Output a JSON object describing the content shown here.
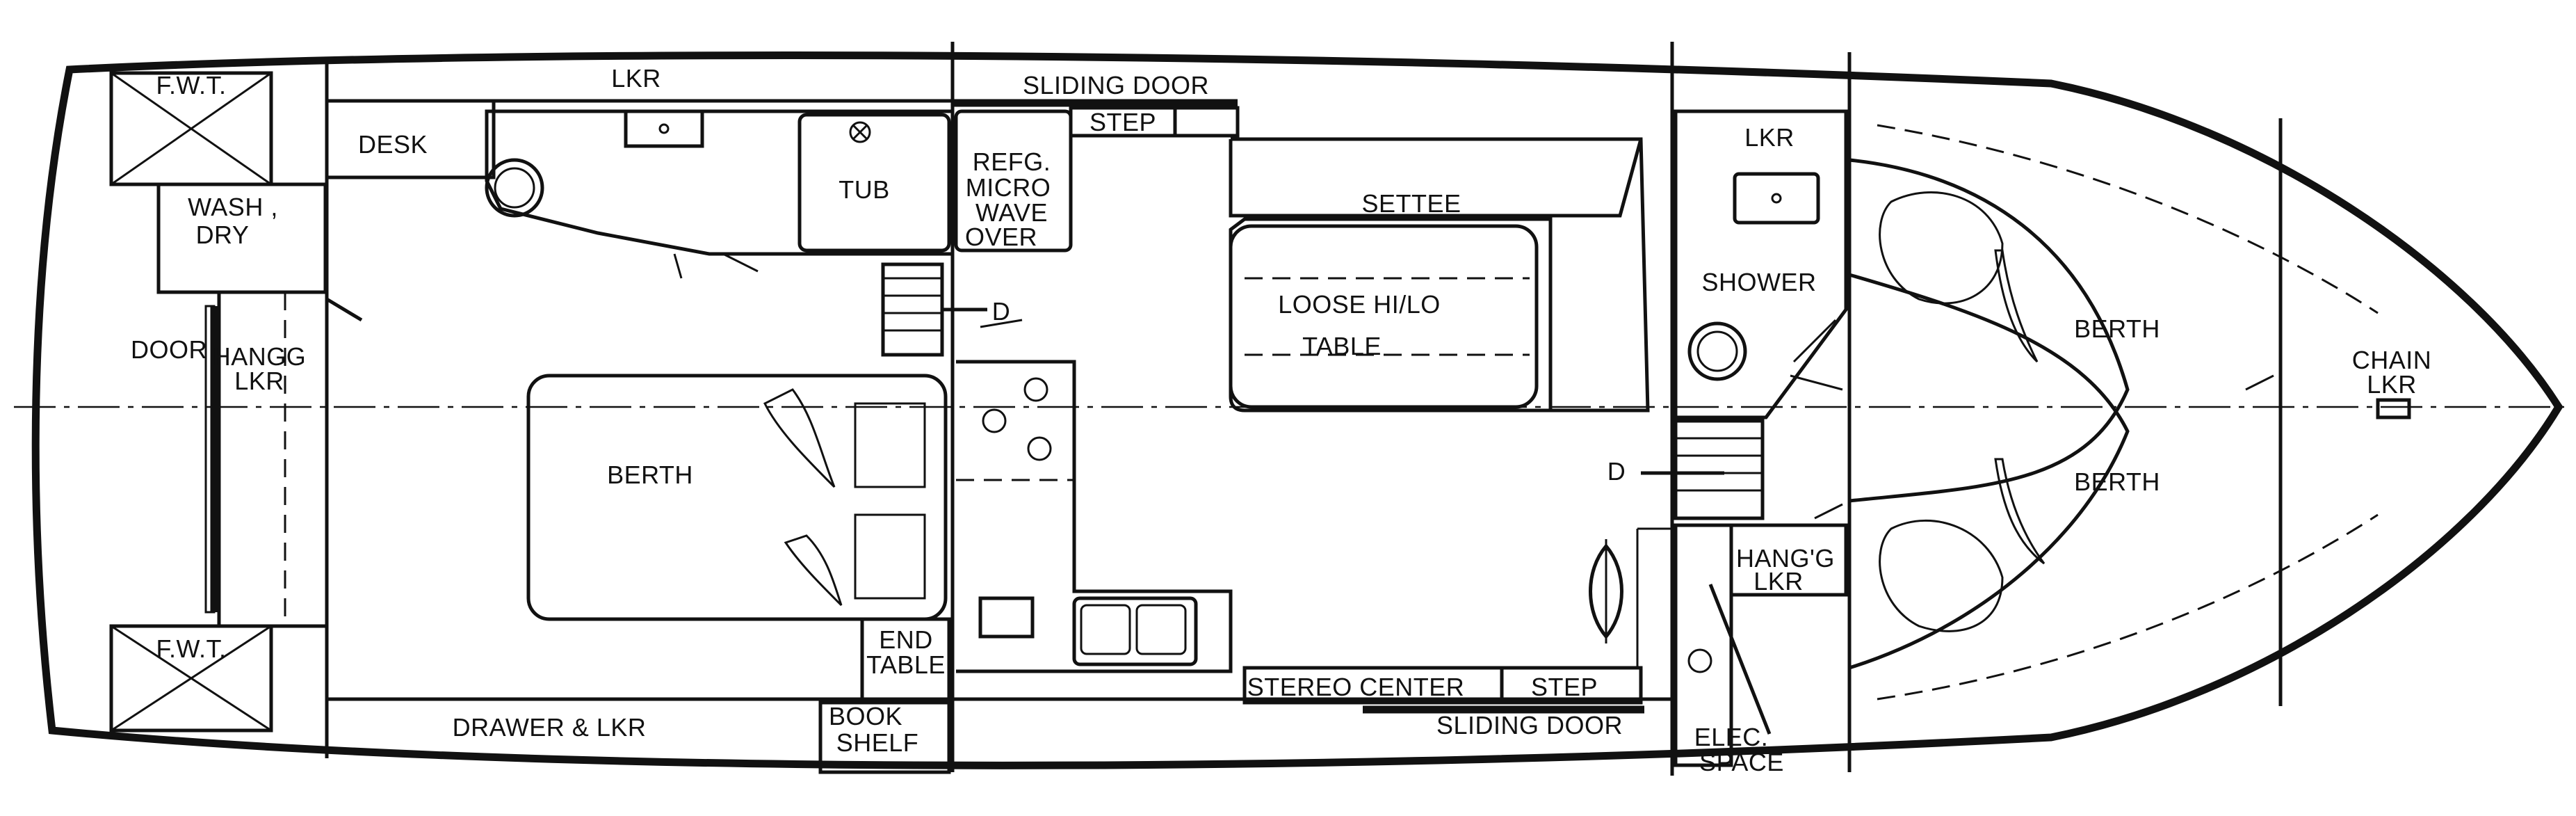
{
  "labels": {
    "fwt_top": "F.W.T.",
    "fwt_bottom": "F.W.T.",
    "wash_dry_1": "WASH ,",
    "wash_dry_2": "DRY",
    "door": "DOOR",
    "hangg_lkr_aft_1": "HANGG",
    "hangg_lkr_aft_2": "LKR",
    "desk": "DESK",
    "lkr_top": "LKR",
    "tub": "TUB",
    "refg_1": "REFG.",
    "refg_2": "MICRO",
    "refg_3": "WAVE",
    "refg_4": "OVER",
    "sliding_door_top": "SLIDING DOOR",
    "step_top": "STEP",
    "settee": "SETTEE",
    "table_1": "LOOSE  HI/LO",
    "table_2": "TABLE",
    "d_upper": "D",
    "berth_aft": "BERTH",
    "end_table_1": "END",
    "end_table_2": "TABLE",
    "drawer_lkr": "DRAWER & LKR",
    "book_shelf_1": "BOOK",
    "book_shelf_2": "SHELF",
    "stereo_center": "STEREO CENTER",
    "step_bottom": "STEP",
    "sliding_door_bottom": "SLIDING DOOR",
    "d_lower": "D",
    "lkr_fwd": "LKR",
    "shower": "SHOWER",
    "hangg_lkr_fwd_1": "HANG'G",
    "hangg_lkr_fwd_2": "LKR",
    "elec_space_1": "ELEC.",
    "elec_space_2": "SPACE",
    "berth_fwd_top": "BERTH",
    "berth_fwd_bottom": "BERTH",
    "chain_lkr_1": "CHAIN",
    "chain_lkr_2": "LKR"
  }
}
